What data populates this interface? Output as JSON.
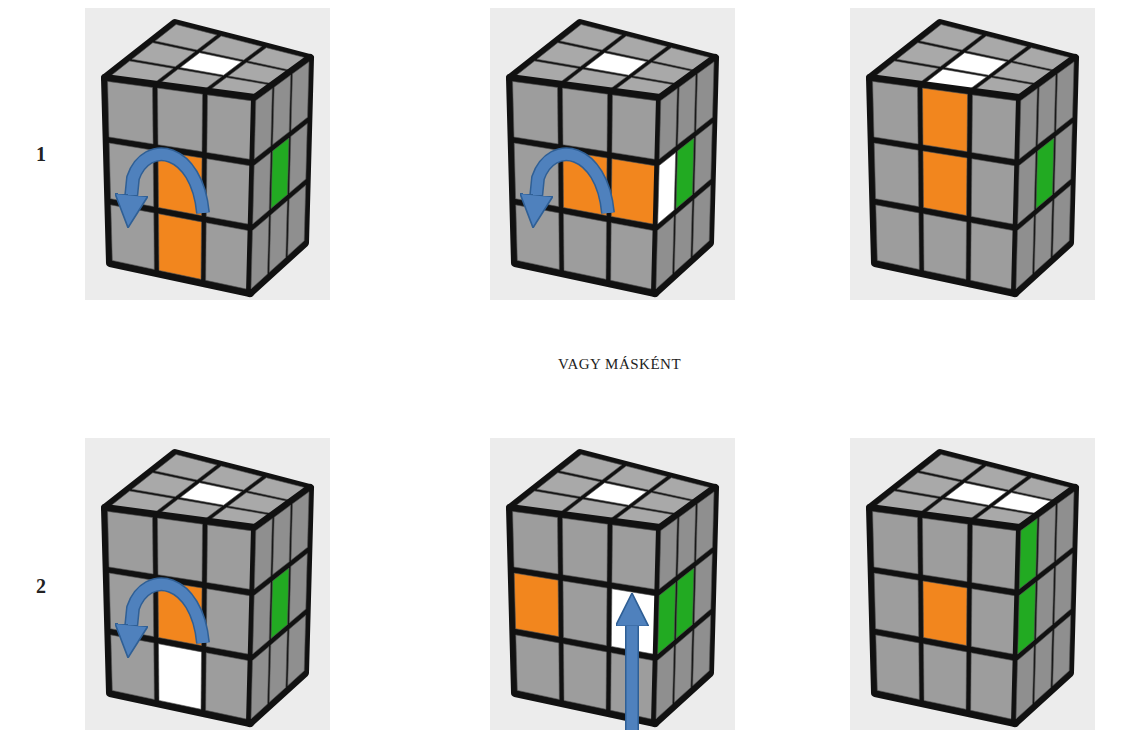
{
  "diagram": {
    "labels": [
      "1",
      "VAGY MÁSKÉNT",
      "2"
    ]
  }
}
